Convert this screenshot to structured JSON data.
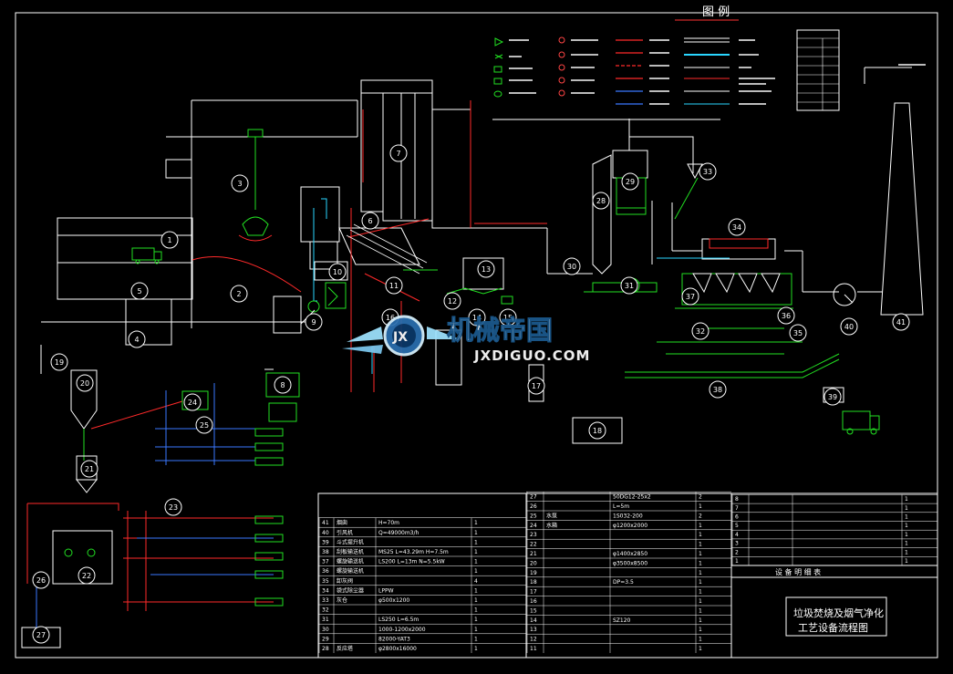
{
  "legend": {
    "title": "图  例"
  },
  "title_block": {
    "title_line1": "垃圾焚烧及烟气净化",
    "title_line2": "工艺设备流程图",
    "table_heading": "设 备 明 细 表"
  },
  "watermark": {
    "brand_cn": "机械帝国",
    "brand_en": "JXDIGUO.COM",
    "logo_text": "JX"
  },
  "equipment_labels": [
    "1",
    "2",
    "3",
    "4",
    "5",
    "6",
    "7",
    "8",
    "9",
    "10",
    "11",
    "12",
    "13",
    "14",
    "15",
    "16",
    "17",
    "18",
    "19",
    "20",
    "21",
    "22",
    "23",
    "24",
    "25",
    "26",
    "27",
    "28",
    "29",
    "30",
    "31",
    "32",
    "33",
    "34",
    "35",
    "36",
    "37",
    "38",
    "39",
    "40",
    "41"
  ],
  "table_left": {
    "rows": [
      {
        "no": "41",
        "name": "烟囱",
        "spec": "H=70m",
        "qty": "1"
      },
      {
        "no": "40",
        "name": "引风机",
        "spec": "Q=49000m3/h",
        "qty": "1"
      },
      {
        "no": "39",
        "name": "斗式提升机",
        "spec": "",
        "qty": "1"
      },
      {
        "no": "38",
        "name": "刮板输送机",
        "spec": "MS25 L=43.29m H=7.5m",
        "qty": "1"
      },
      {
        "no": "37",
        "name": "螺旋输送机",
        "spec": "LS200 L=13m N=5.5kW",
        "qty": "1"
      },
      {
        "no": "36",
        "name": "螺旋输送机",
        "spec": "",
        "qty": "1"
      },
      {
        "no": "35",
        "name": "卸灰阀",
        "spec": "",
        "qty": "4"
      },
      {
        "no": "34",
        "name": "袋式除尘器",
        "spec": "LPPW",
        "qty": "1"
      },
      {
        "no": "33",
        "name": "灰仓",
        "spec": "φ500x1200",
        "qty": "1"
      },
      {
        "no": "32",
        "name": "",
        "spec": "",
        "qty": "1"
      },
      {
        "no": "31",
        "name": "",
        "spec": "LS250 L=6.5m",
        "qty": "1"
      },
      {
        "no": "30",
        "name": "",
        "spec": "1000-1200x2000",
        "qty": "1"
      },
      {
        "no": "29",
        "name": "",
        "spec": "82000-YAT3",
        "qty": "1"
      },
      {
        "no": "28",
        "name": "反应塔",
        "spec": "φ2800x16000",
        "qty": "1"
      }
    ]
  },
  "table_mid": {
    "rows": [
      {
        "no": "27",
        "name": "",
        "spec": "50DG12-25x2",
        "qty": "2"
      },
      {
        "no": "26",
        "name": "",
        "spec": "L=5m",
        "qty": "1"
      },
      {
        "no": "25",
        "name": "水泵",
        "spec": "1S032-200",
        "qty": "2"
      },
      {
        "no": "24",
        "name": "水箱",
        "spec": "φ1200x2000",
        "qty": "1"
      },
      {
        "no": "23",
        "name": "",
        "spec": "",
        "qty": "1"
      },
      {
        "no": "22",
        "name": "",
        "spec": "",
        "qty": "1"
      },
      {
        "no": "21",
        "name": "",
        "spec": "φ1400x2850",
        "qty": "1"
      },
      {
        "no": "20",
        "name": "",
        "spec": "φ3500x8500",
        "qty": "1"
      },
      {
        "no": "19",
        "name": "",
        "spec": "",
        "qty": "1"
      },
      {
        "no": "18",
        "name": "",
        "spec": "DP=3.5",
        "qty": "1"
      },
      {
        "no": "17",
        "name": "",
        "spec": "",
        "qty": "1"
      },
      {
        "no": "16",
        "name": "",
        "spec": "",
        "qty": "1"
      },
      {
        "no": "15",
        "name": "",
        "spec": "",
        "qty": "1"
      },
      {
        "no": "14",
        "name": "",
        "spec": "SZ120",
        "qty": "1"
      },
      {
        "no": "13",
        "name": "",
        "spec": "",
        "qty": "1"
      },
      {
        "no": "12",
        "name": "",
        "spec": "",
        "qty": "1"
      },
      {
        "no": "11",
        "name": "",
        "spec": "",
        "qty": "1"
      }
    ]
  },
  "table_right": {
    "rows": [
      {
        "no": "8",
        "name": "",
        "spec": "",
        "qty": "1"
      },
      {
        "no": "7",
        "name": "",
        "spec": "",
        "qty": "1"
      },
      {
        "no": "6",
        "name": "",
        "spec": "",
        "qty": "1"
      },
      {
        "no": "5",
        "name": "",
        "spec": "",
        "qty": "1"
      },
      {
        "no": "4",
        "name": "",
        "spec": "",
        "qty": "1"
      },
      {
        "no": "3",
        "name": "",
        "spec": "",
        "qty": "1"
      },
      {
        "no": "2",
        "name": "",
        "spec": "",
        "qty": "1"
      },
      {
        "no": "1",
        "name": "",
        "spec": "",
        "qty": "1"
      }
    ]
  },
  "colors": {
    "background": "#000000",
    "line_white": "#ffffff",
    "flue": "#ff2a2a",
    "water": "#3a78ff",
    "equipment_green": "#22e022",
    "steam_cyan": "#2ad6ff",
    "accent_yellow": "#ffe400"
  }
}
